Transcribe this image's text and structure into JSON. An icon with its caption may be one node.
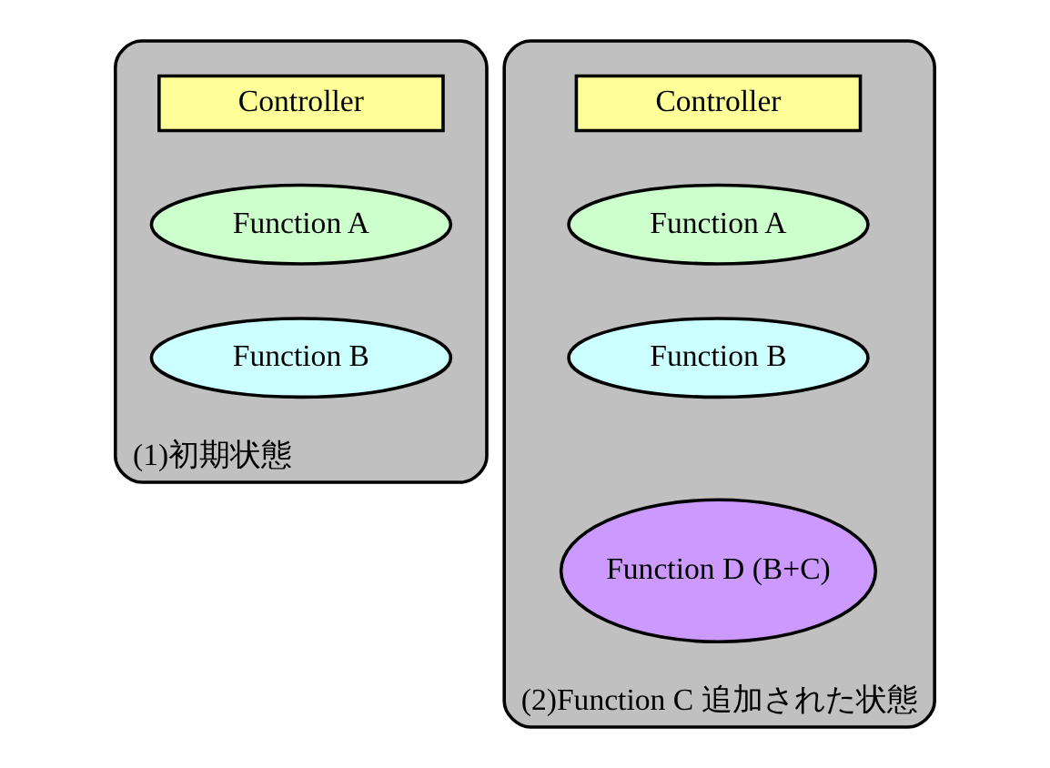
{
  "diagram": {
    "nodes": [
      {
        "text": [],
        "shape": "box",
        "beside": [
          "(1)初期状態"
        ]
      },
      {
        "text": [
          "Controller"
        ],
        "in": 0
      },
      {
        "text": [
          "Function A"
        ],
        "in": 0
      },
      {
        "text": [
          "Function B"
        ],
        "in": 0
      },
      {
        "text": [],
        "shape": "box",
        "beside": [
          "(2)Function C 追加された状態"
        ]
      },
      {
        "text": [
          "Controller"
        ],
        "in": 4
      },
      {
        "text": [
          "Function A"
        ],
        "in": 4
      },
      {
        "text": [
          "Function B"
        ],
        "in": 4
      },
      {
        "text": [
          "Function D (B+C)"
        ],
        "in": 4
      }
    ]
  }
}
